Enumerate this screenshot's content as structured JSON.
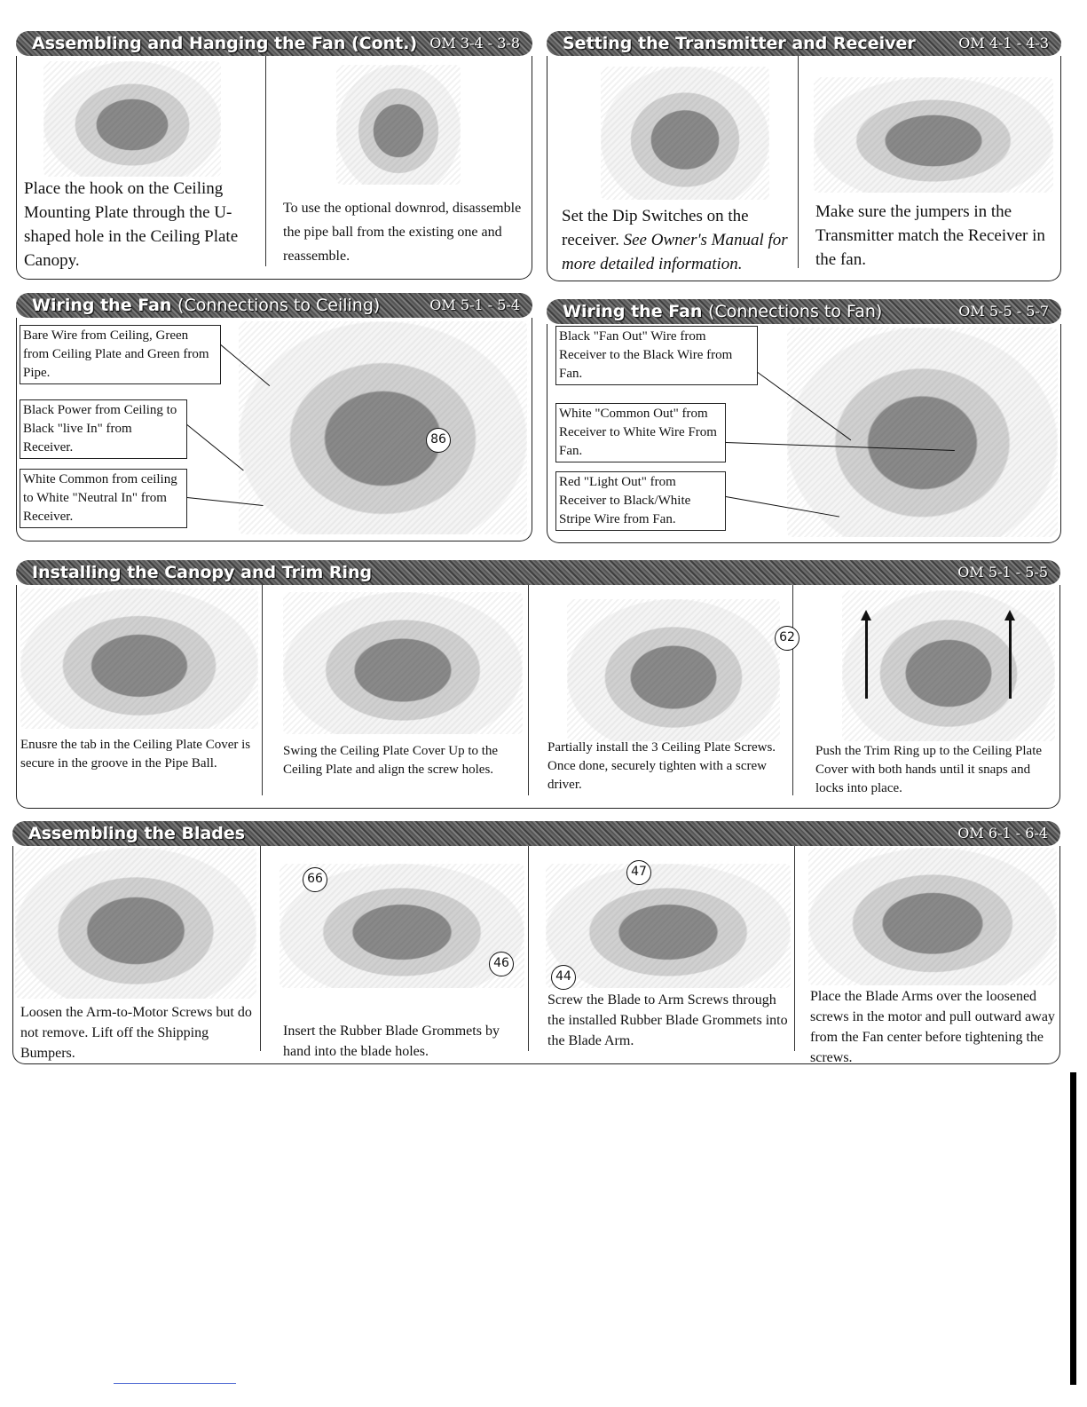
{
  "sections": {
    "assembling": {
      "title": "Assembling and Hanging the Fan (Cont.)",
      "ref": "OM 3-4 - 3-8",
      "cap1": "Place the hook on the Ceiling Mounting Plate through the U-shaped hole in the Ceiling Plate Canopy.",
      "cap2": "To use the optional downrod, disassemble the pipe ball from the existing one and reassemble."
    },
    "transmitter": {
      "title": "Setting the Transmitter and Receiver",
      "ref": "OM 4-1 - 4-3",
      "cap1_plain": "Set the Dip Switches on the receiver.",
      "cap1_italic": "See Owner's Manual for more detailed information.",
      "cap2": "Make sure the jumpers in the Transmitter match the Receiver in the fan."
    },
    "wiring_ceiling": {
      "title": "Wiring the Fan",
      "subtitle": "(Connections to Ceiling)",
      "ref": "OM 5-1 - 5-4",
      "label1": "Bare Wire from Ceiling, Green from Ceiling Plate and Green from Pipe.",
      "label2": "Black Power from Ceiling to Black \"live In\" from Receiver.",
      "label3": "White Common from ceiling to White \"Neutral In\" from Receiver.",
      "part_number": "86"
    },
    "wiring_fan": {
      "title": "Wiring the Fan",
      "subtitle": "(Connections to Fan)",
      "ref": "OM 5-5 - 5-7",
      "label1": "Black \"Fan Out\" Wire from Receiver to the Black Wire from Fan.",
      "label2": "White \"Common Out\" from Receiver to White Wire From Fan.",
      "label3": "Red \"Light Out\" from Receiver to Black/White Stripe Wire from Fan."
    },
    "canopy": {
      "title": "Installing the Canopy and Trim Ring",
      "ref": "OM 5-1 - 5-5",
      "cap1": "Enusre the tab in the Ceiling Plate Cover is secure in the groove in the Pipe Ball.",
      "cap2": "Swing the Ceiling Plate Cover Up to the Ceiling Plate and align the screw holes.",
      "cap3": "Partially install the 3 Ceiling Plate Screws. Once done, securely tighten with a screw driver.",
      "cap4": "Push the Trim Ring up to the Ceiling Plate Cover with both hands until it snaps and locks into place.",
      "part_number": "62"
    },
    "blades": {
      "title": "Assembling the Blades",
      "ref": "OM 6-1 - 6-4",
      "cap1": "Loosen the Arm-to-Motor Screws but do not remove. Lift off the Shipping Bumpers.",
      "cap2": "Insert the Rubber Blade Grommets by hand into the blade holes.",
      "cap3": "Screw the Blade to Arm Screws through the installed Rubber Blade Grommets into the Blade Arm.",
      "cap4": "Place the Blade Arms over the loosened screws in the motor and pull outward away from the Fan center before tightening the screws.",
      "part_66": "66",
      "part_46": "46",
      "part_47": "47",
      "part_44": "44"
    }
  }
}
